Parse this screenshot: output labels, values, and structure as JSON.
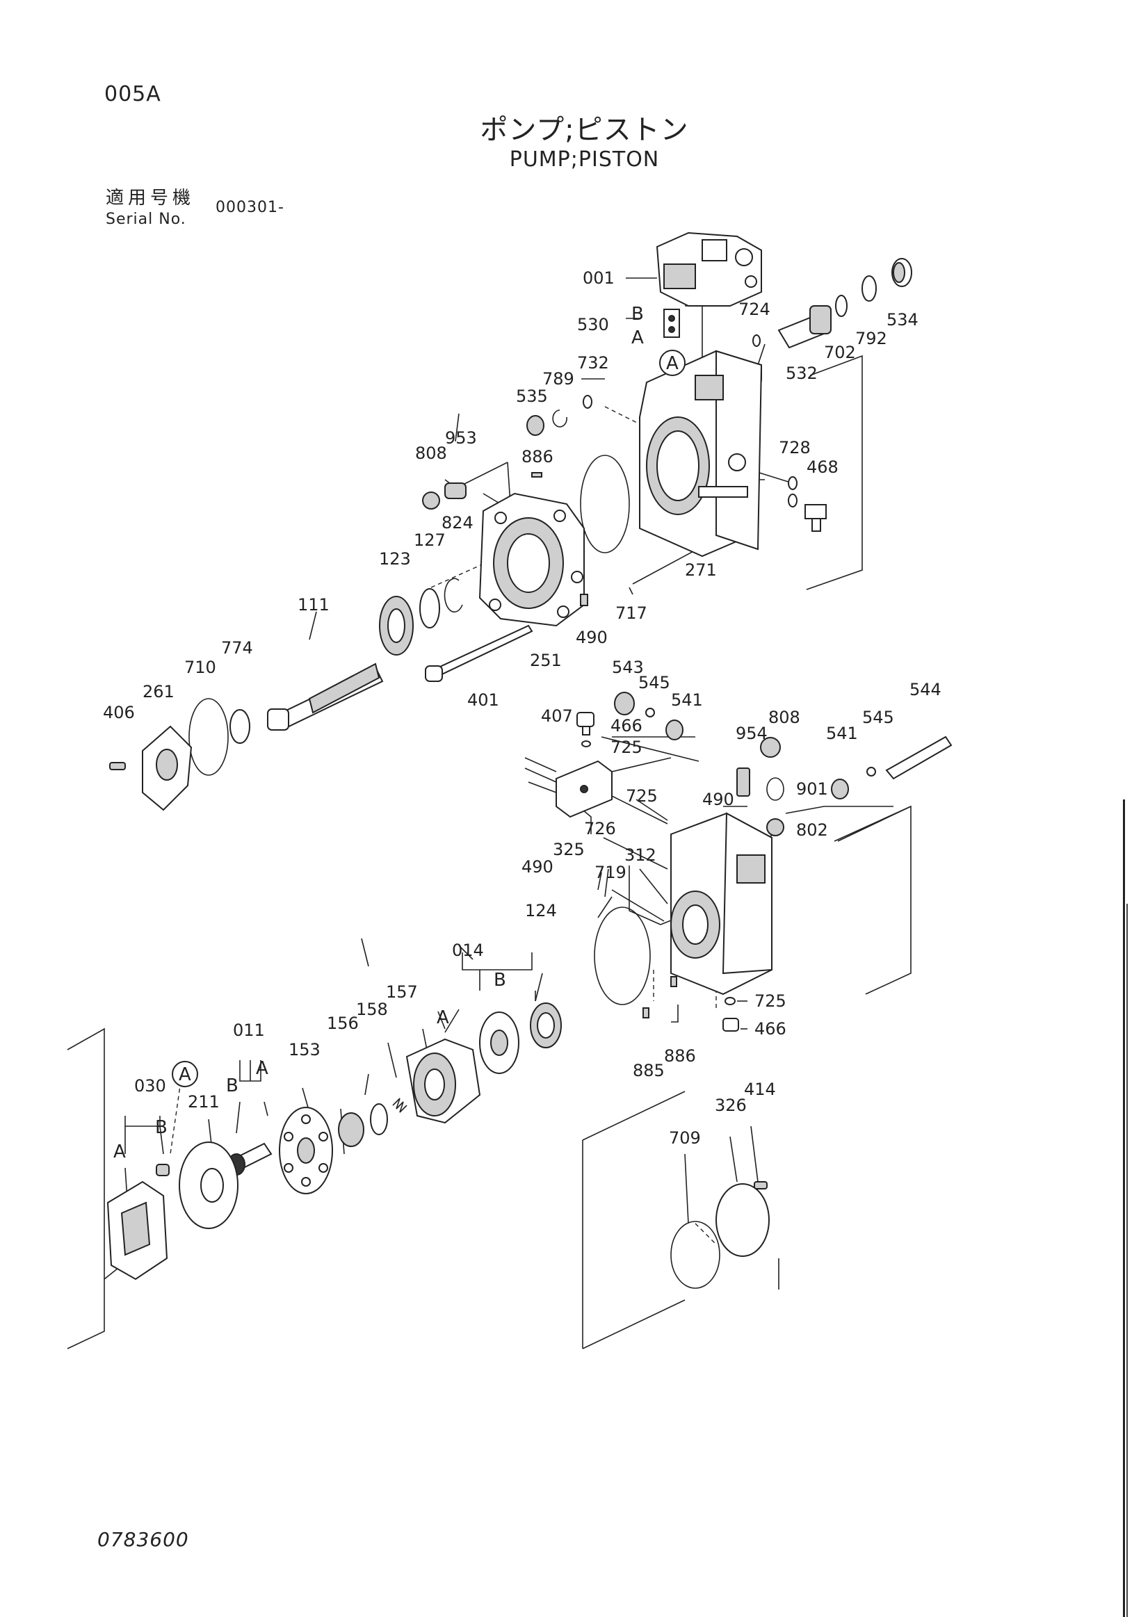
{
  "header": {
    "code": "005A",
    "title_jp": "ポンプ;ピストン",
    "title_en": "PUMP;PISTON",
    "serial_label_jp": "適用号機",
    "serial_label_en": "Serial No.",
    "serial_value": "000301-"
  },
  "footer": {
    "doc_number": "0783600"
  },
  "part_labels": {
    "p001": "001",
    "p530": "530",
    "p530b": "B",
    "p530a": "A",
    "p724": "724",
    "p534": "534",
    "p792": "792",
    "p702": "702",
    "p532": "532",
    "p732": "732",
    "p789": "789",
    "p535": "535",
    "pA1": "A",
    "p728": "728",
    "p468": "468",
    "p271": "271",
    "p717": "717",
    "p808a": "808",
    "p953": "953",
    "p886a": "886",
    "p127": "127",
    "p824": "824",
    "p123": "123",
    "p251": "251",
    "p490a": "490",
    "p111": "111",
    "p401": "401",
    "p774": "774",
    "p710": "710",
    "p261": "261",
    "p406": "406",
    "p543": "543",
    "p545a": "545",
    "p541a": "541",
    "p544": "544",
    "p545b": "545",
    "p541b": "541",
    "p808b": "808",
    "p954": "954",
    "p901": "901",
    "p802": "802",
    "p407": "407",
    "p466a": "466",
    "p725a": "725",
    "p725b": "725",
    "p726": "726",
    "p490b": "490",
    "p325": "325",
    "p490c": "490",
    "p312": "312",
    "p719": "719",
    "p124": "124",
    "p014": "014",
    "p014b": "B",
    "p014a": "A",
    "p725c": "725",
    "p466b": "466",
    "p886b": "886",
    "p885": "885",
    "p011": "011",
    "p011b": "B",
    "p011a": "A",
    "p153": "153",
    "p156": "156",
    "p158": "158",
    "p157": "157",
    "p030": "030",
    "p030b": "B",
    "p030a": "A",
    "pA2": "A",
    "p211": "211",
    "p709": "709",
    "p326": "326",
    "p414": "414"
  }
}
